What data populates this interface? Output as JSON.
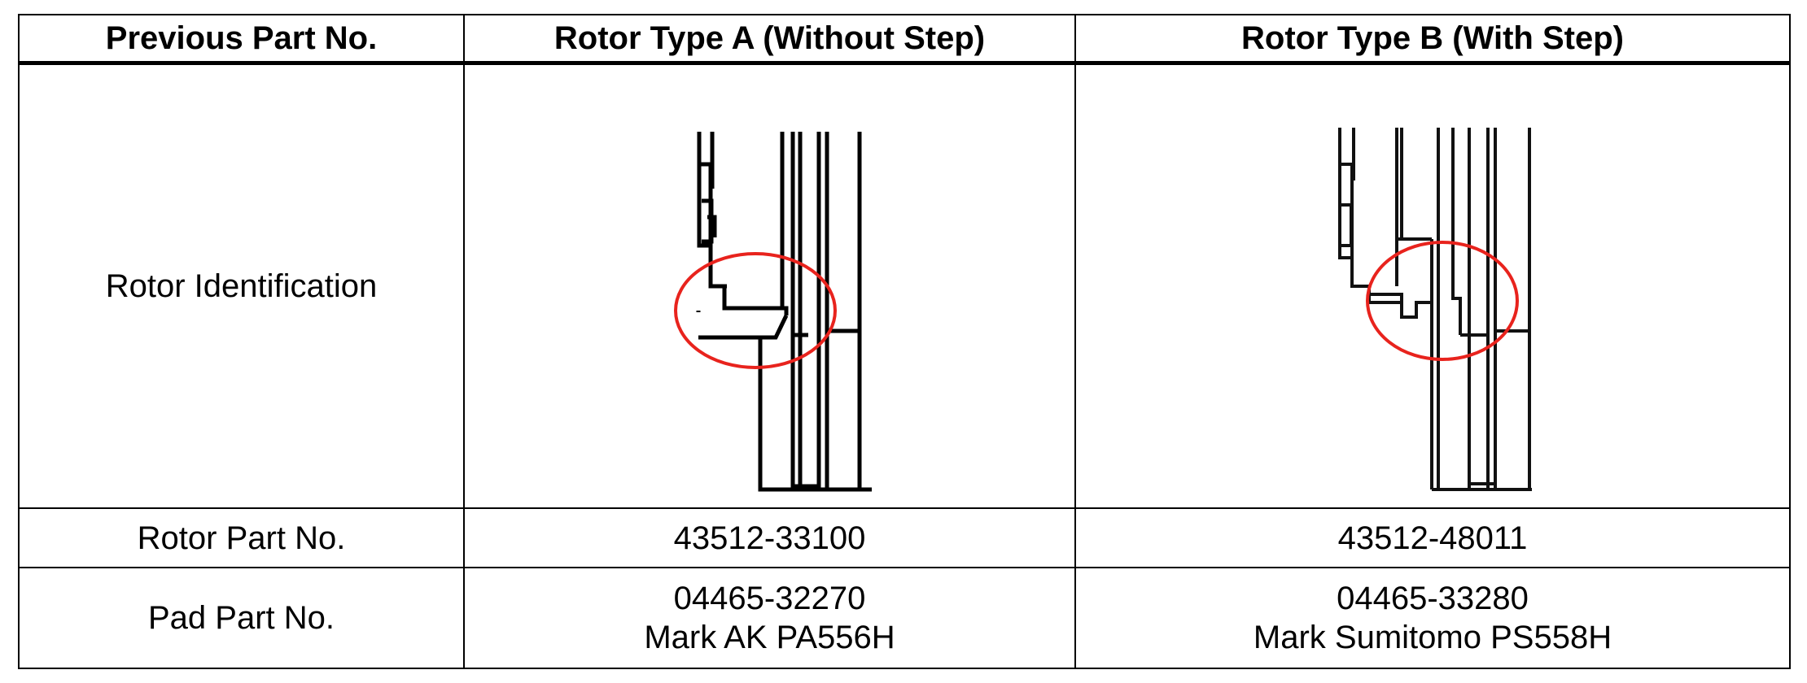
{
  "table": {
    "headers": {
      "previous_part_no": "Previous Part No.",
      "rotor_type_a": "Rotor Type A (Without Step)",
      "rotor_type_b": "Rotor Type B (With Step)"
    },
    "rows": {
      "rotor_identification": {
        "label": "Rotor Identification"
      },
      "rotor_part_no": {
        "label": "Rotor Part No.",
        "type_a": "43512-33100",
        "type_b": "43512-48011"
      },
      "pad_part_no": {
        "label": "Pad Part No.",
        "type_a_number": "04465-32270",
        "type_a_mark": "Mark AK PA556H",
        "type_b_number": "04465-33280",
        "type_b_mark": "Mark Sumitomo PS558H"
      }
    }
  },
  "colors": {
    "highlight_circle": "#e8231d",
    "line": "#000000"
  }
}
